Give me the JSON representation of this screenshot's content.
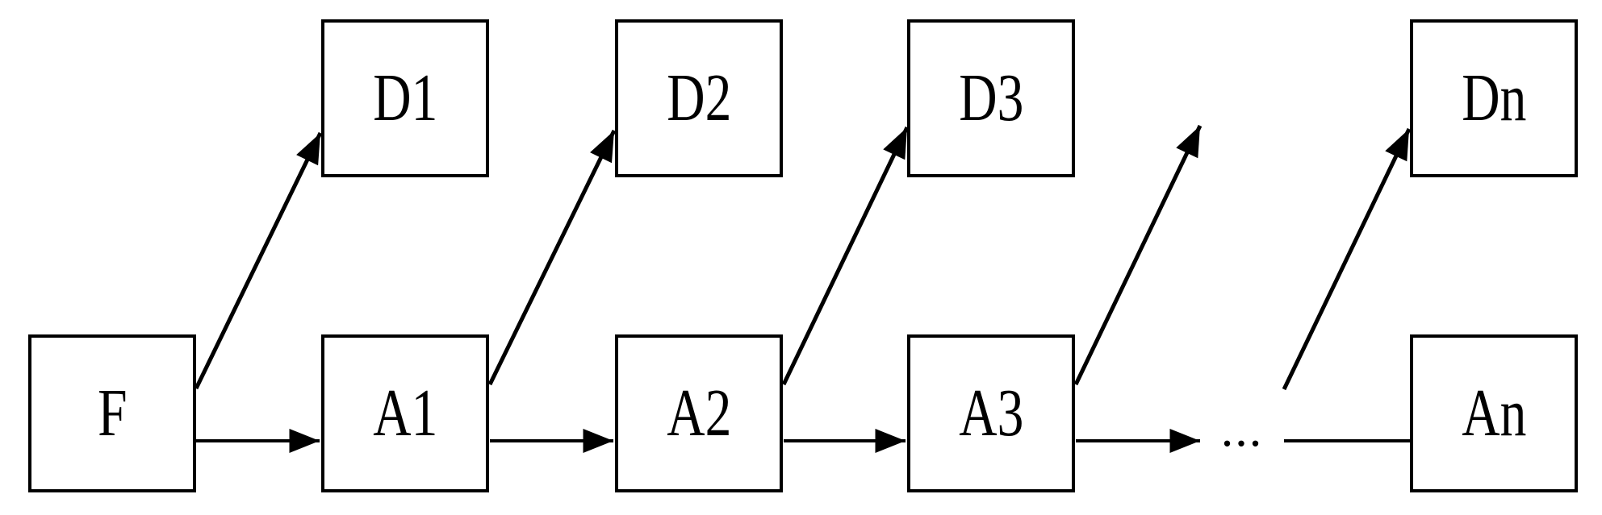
{
  "diagram": {
    "background_color": "#ffffff",
    "line_color": "#000000",
    "nodes": {
      "f": {
        "label": "F"
      },
      "a1": {
        "label": "A1"
      },
      "a2": {
        "label": "A2"
      },
      "a3": {
        "label": "A3"
      },
      "an": {
        "label": "An"
      },
      "d1": {
        "label": "D1"
      },
      "d2": {
        "label": "D2"
      },
      "d3": {
        "label": "D3"
      },
      "dn": {
        "label": "Dn"
      }
    },
    "ellipsis": "...",
    "edges": [
      {
        "from": "F",
        "to": "A1",
        "style": "horizontal-arrow"
      },
      {
        "from": "A1",
        "to": "A2",
        "style": "horizontal-arrow"
      },
      {
        "from": "A2",
        "to": "A3",
        "style": "horizontal-arrow"
      },
      {
        "from": "A3",
        "to": "...",
        "style": "horizontal-arrow"
      },
      {
        "from": "...",
        "to": "An",
        "style": "horizontal-line-no-arrowhead"
      },
      {
        "from": "F",
        "to": "D1",
        "style": "diagonal-arrow"
      },
      {
        "from": "A1",
        "to": "D2",
        "style": "diagonal-arrow"
      },
      {
        "from": "A2",
        "to": "D3",
        "style": "diagonal-arrow"
      },
      {
        "from": "A3",
        "to": "...",
        "style": "diagonal-arrow-free-end"
      },
      {
        "from": "...",
        "to": "Dn",
        "style": "diagonal-arrow"
      }
    ]
  }
}
